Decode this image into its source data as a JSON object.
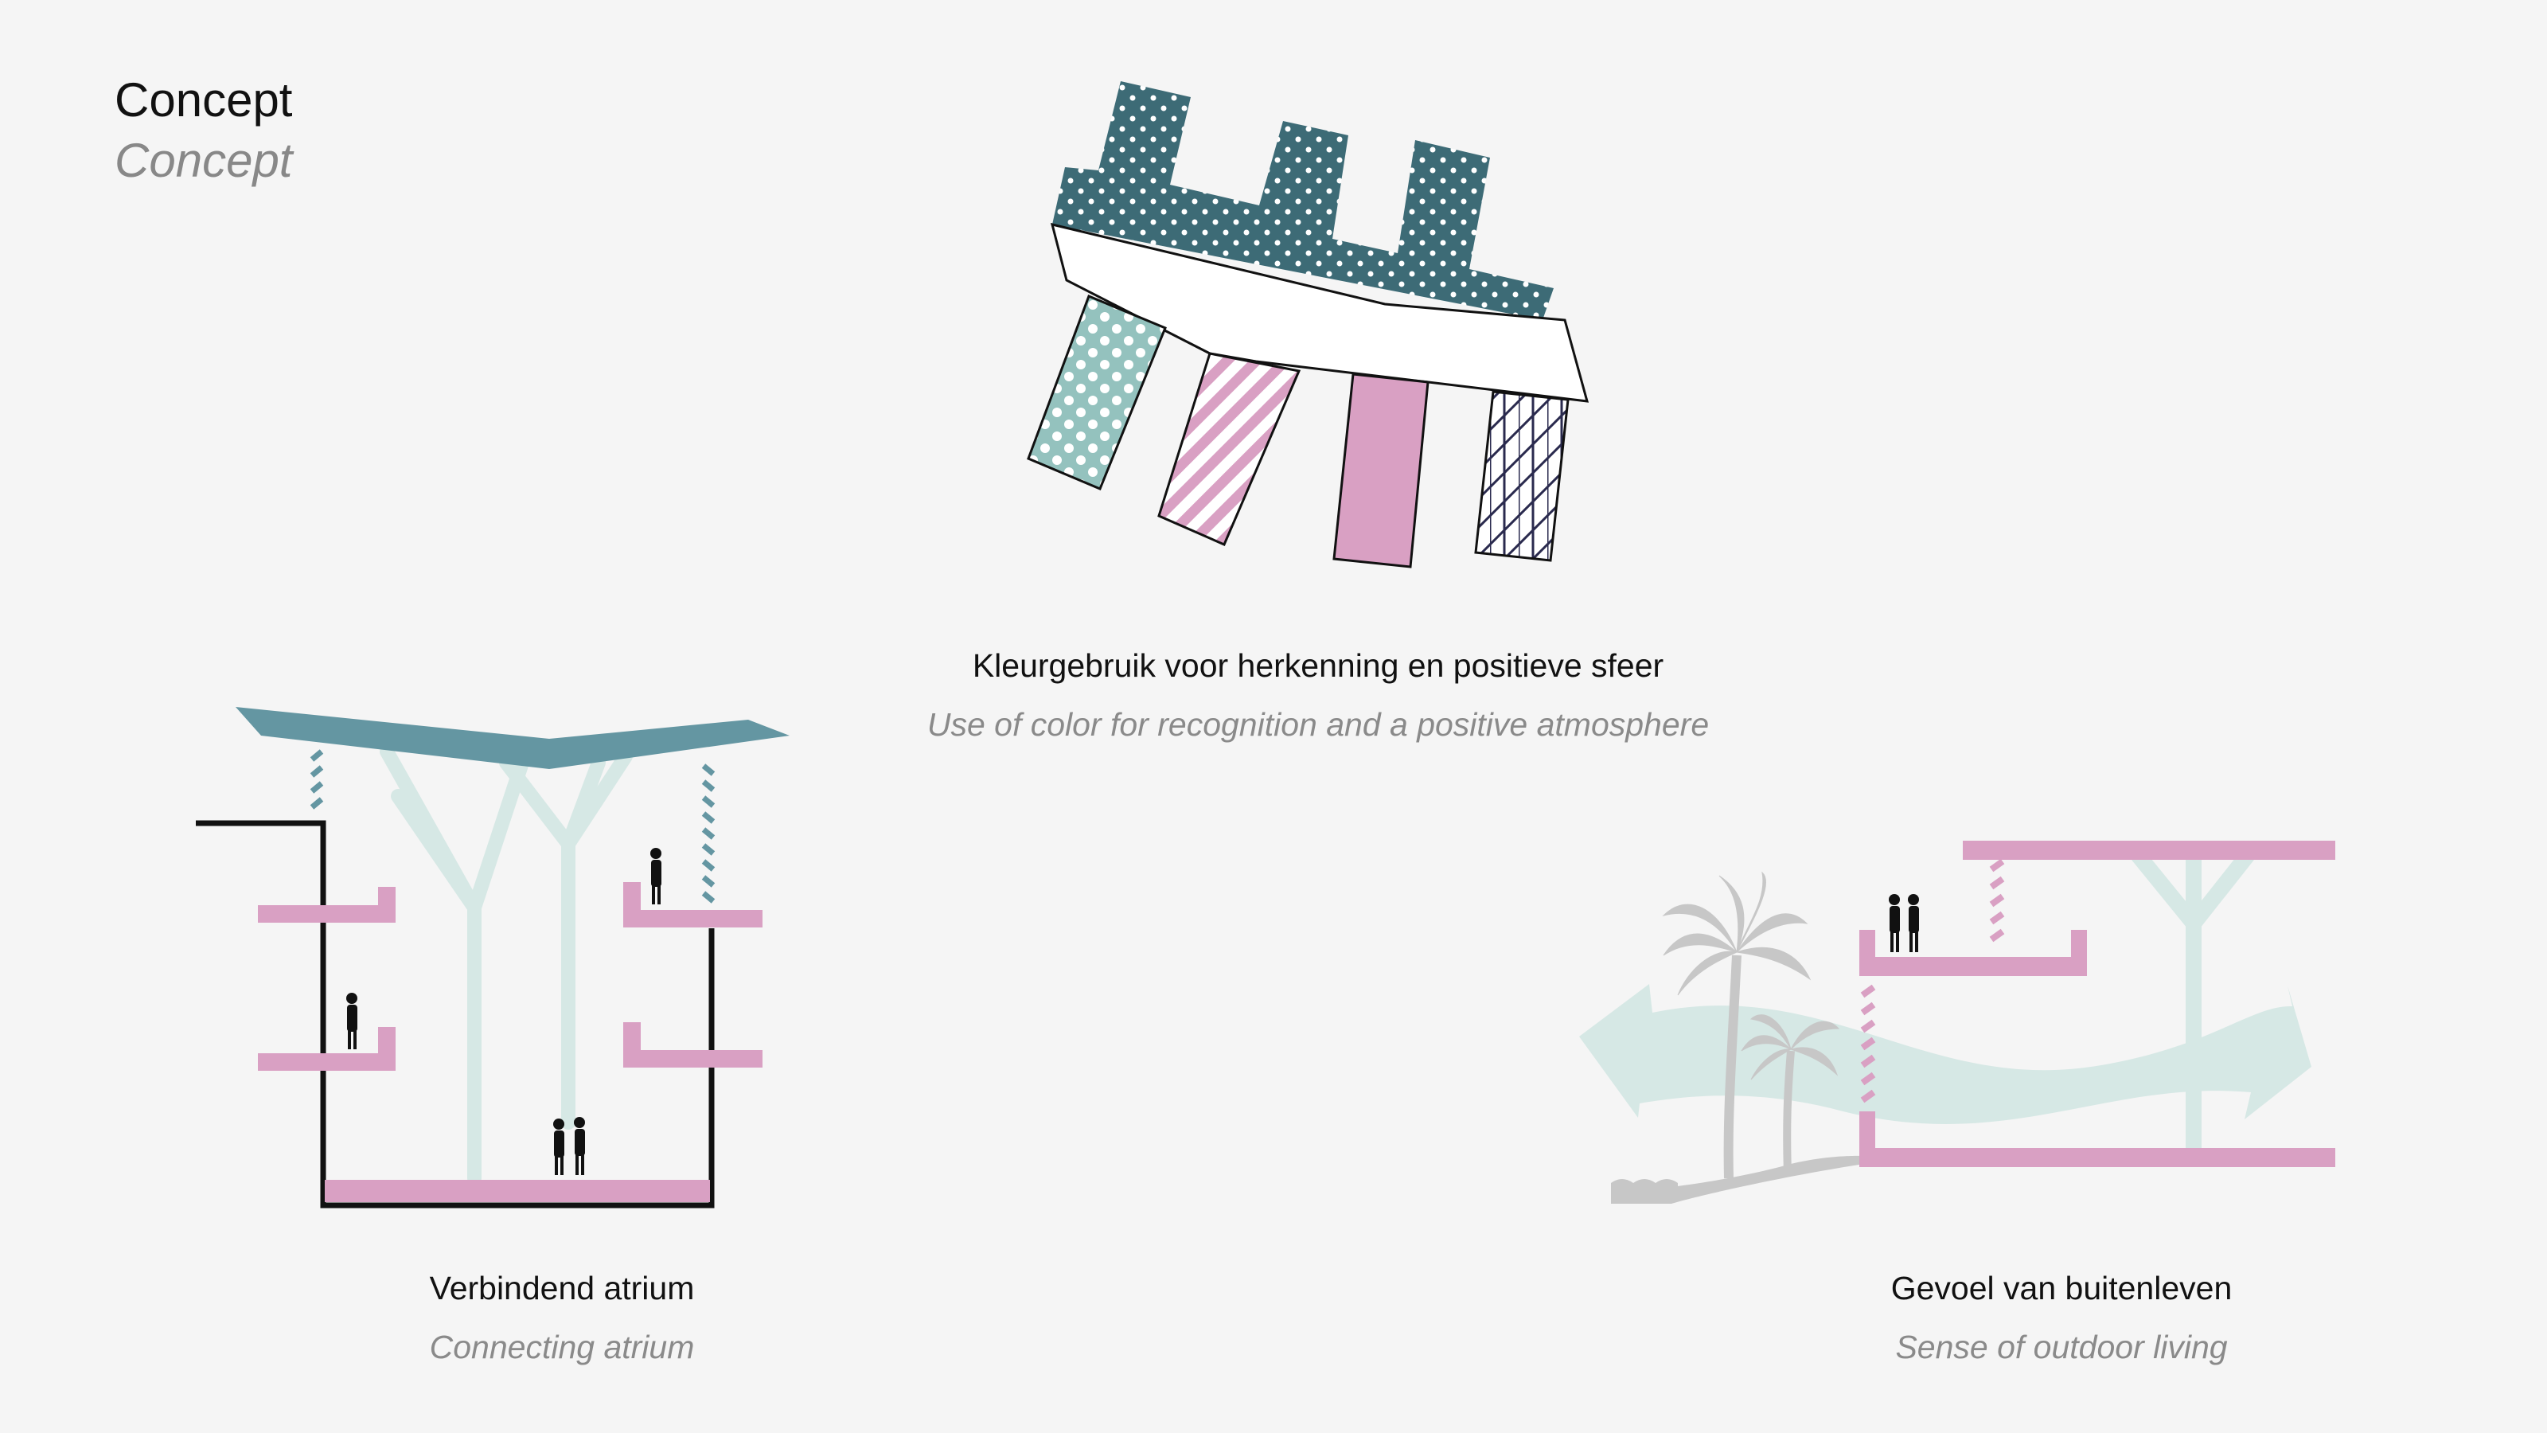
{
  "header": {
    "title": "Concept",
    "subtitle": "Concept"
  },
  "diagrams": [
    {
      "id": "color",
      "title": "Kleurgebruik voor herkenning en positieve sfeer",
      "subtitle": "Use of color for recognition and a positive atmosphere"
    },
    {
      "id": "atrium",
      "title": "Verbindend atrium",
      "subtitle": "Connecting atrium"
    },
    {
      "id": "outdoor",
      "title": "Gevoel van buitenleven",
      "subtitle": "Sense of outdoor living"
    }
  ],
  "colors": {
    "background": "#f5f5f5",
    "dark_teal": "#3d6b76",
    "mint": "#94c2be",
    "light_mint": "#d6e8e5",
    "pink": "#d9a0c3",
    "roof_teal": "#6496a2",
    "navy": "#2a2a4e",
    "palm_gray": "#c7c7c7"
  }
}
